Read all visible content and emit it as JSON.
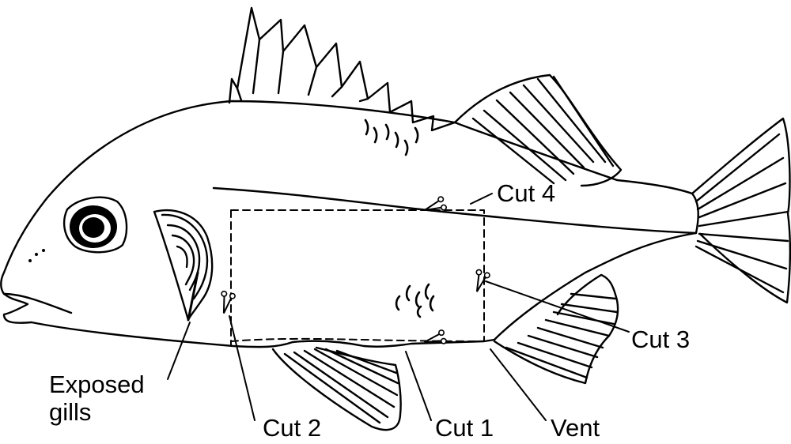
{
  "diagram": {
    "labels": {
      "cut1": "Cut 1",
      "cut2": "Cut 2",
      "cut3": "Cut 3",
      "cut4": "Cut 4",
      "vent": "Vent",
      "gills_line1": "Exposed",
      "gills_line2": "gills"
    },
    "colors": {
      "ink": "#000000",
      "background": "#ffffff"
    },
    "icons": [
      "scissors-icon"
    ]
  }
}
